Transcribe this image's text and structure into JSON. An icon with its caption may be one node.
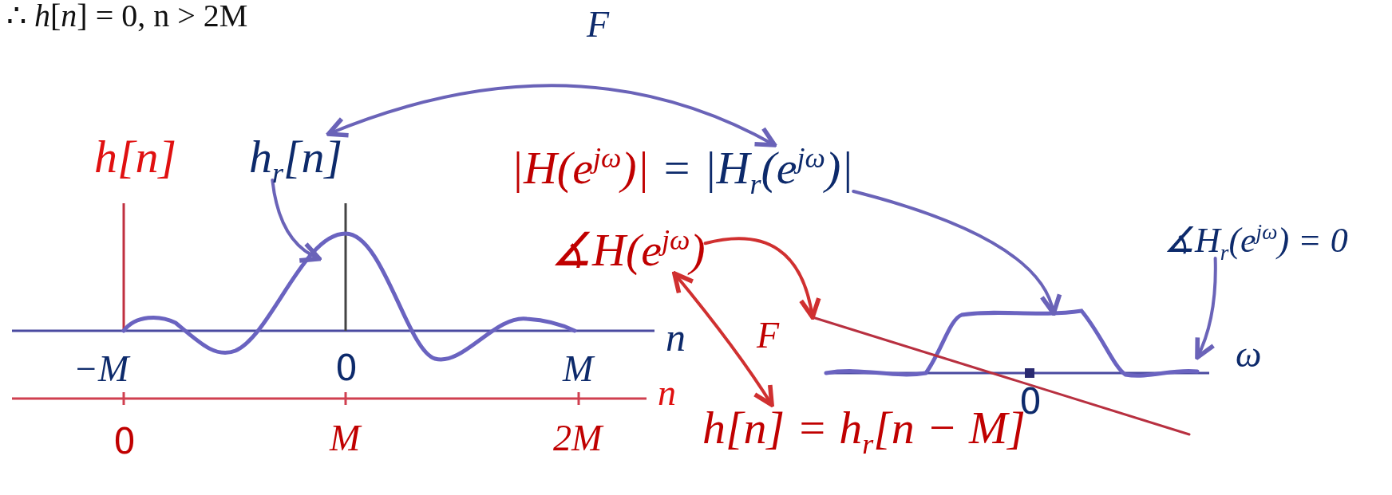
{
  "diagram": {
    "nodes": [
      {
        "text": [
          "h$_{r}$[n]"
        ]
      },
      {
        "text": [],
        "shape": "curve"
      },
      {
        "text": [
          "|H(e$^{jω}$)|",
          "= |H$_{r}$(e$^{jω}$)|"
        ]
      },
      {
        "text": [
          "∡H(e$^{jω}$)"
        ]
      },
      {
        "text": [
          "h[n] = h$_{r}$[n − M]"
        ]
      },
      {
        "text": [
          "∡H$_{r}$(e$^{jω}$) = 0"
        ]
      },
      {
        "text": [],
        "shape": "curve"
      },
      {
        "text": [],
        "shape": "line"
      }
    ],
    "edges": [
      {
        "from": 0,
        "to": 2,
        "arrow": "both",
        "label": "F"
      },
      {
        "from": 0,
        "to": 1,
        "arrow": "to"
      },
      {
        "from": 3,
        "to": 7,
        "arrow": "to",
        "color": "#d03030"
      },
      {
        "from": 3,
        "to": 4,
        "arrow": "both",
        "label": "F",
        "color": "#d03030"
      },
      {
        "from": 2,
        "to": 6,
        "arrow": "to"
      },
      {
        "from": 5,
        "to": 6,
        "arrow": "to"
      }
    ],
    "labels": [
      "∴ *h*[*n*] = 0, n > 2M",
      "h[n]",
      "n",
      "−M",
      "0",
      "M",
      "n",
      "0",
      "M",
      "2M",
      "0",
      "ω"
    ]
  }
}
